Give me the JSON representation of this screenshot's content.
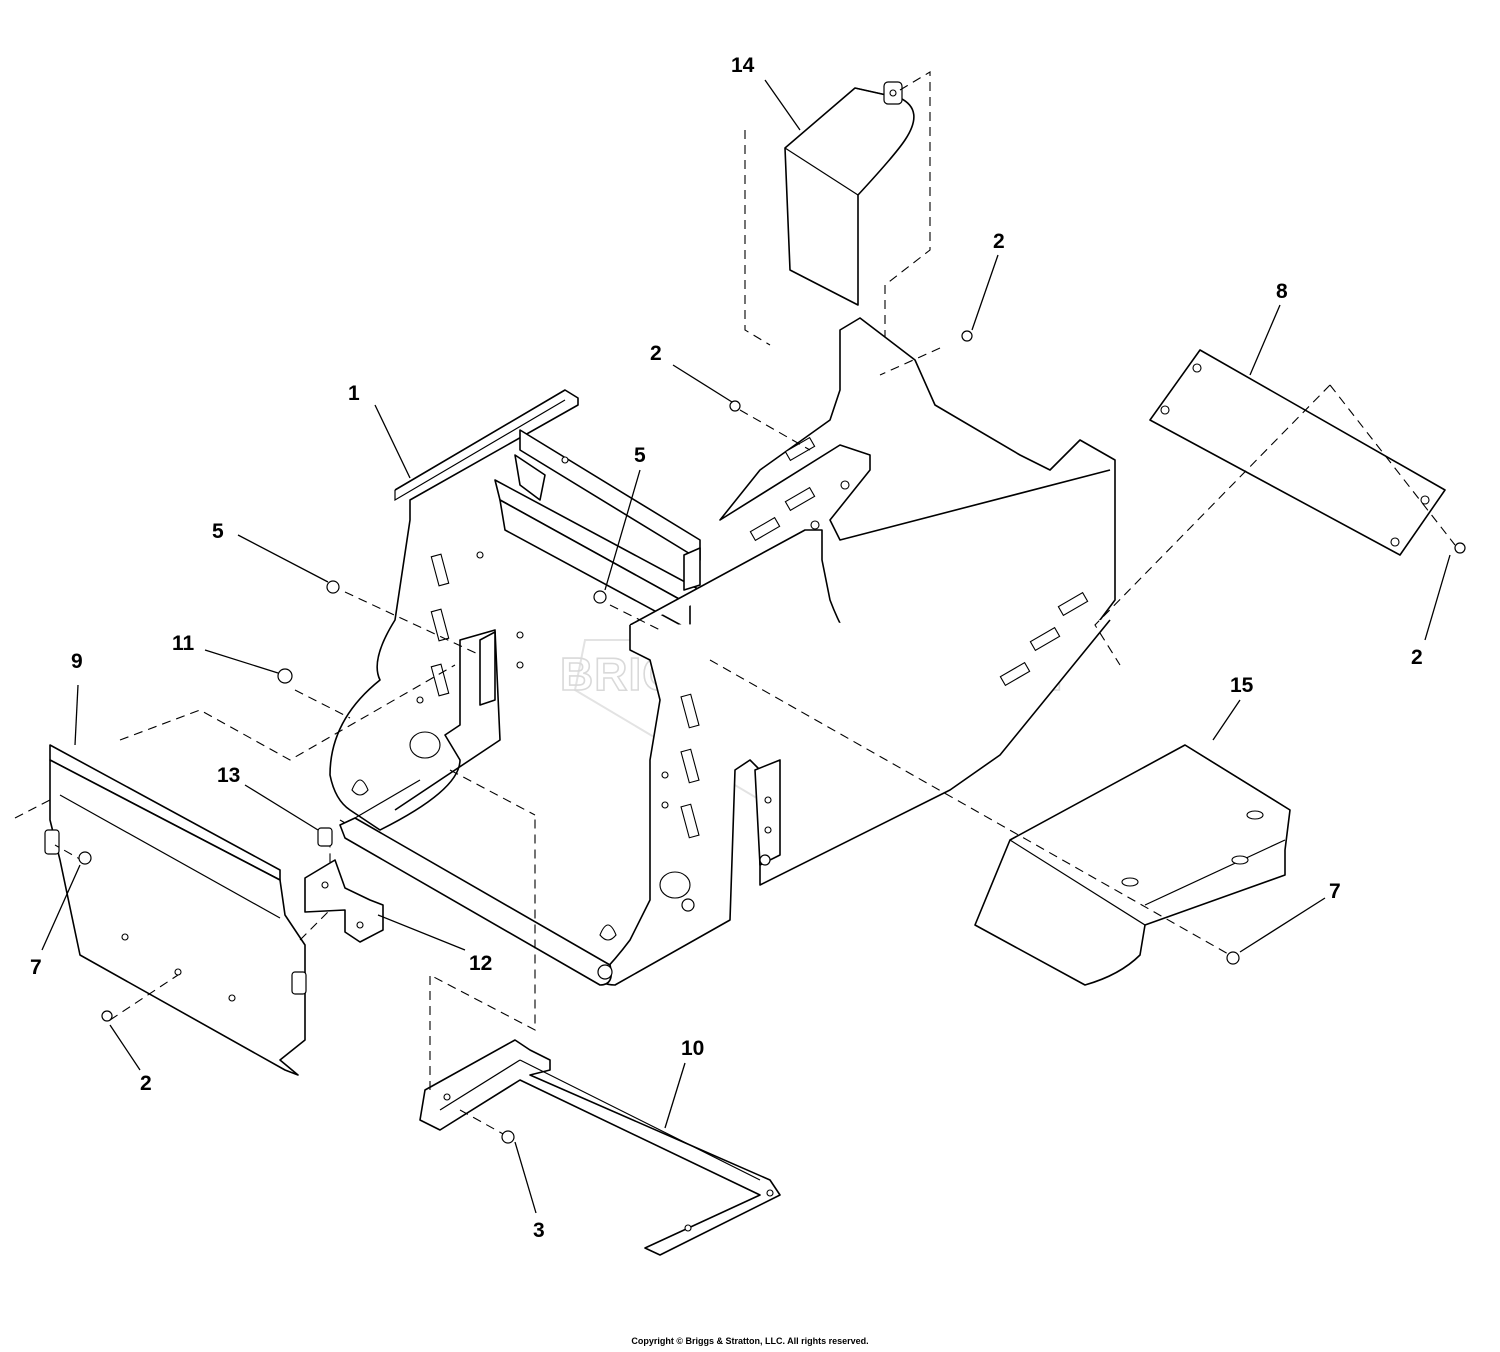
{
  "callouts": [
    {
      "id": "c1",
      "label": "1"
    },
    {
      "id": "c2a",
      "label": "2"
    },
    {
      "id": "c2b",
      "label": "2"
    },
    {
      "id": "c2c",
      "label": "2"
    },
    {
      "id": "c2d",
      "label": "2"
    },
    {
      "id": "c3",
      "label": "3"
    },
    {
      "id": "c5a",
      "label": "5"
    },
    {
      "id": "c5b",
      "label": "5"
    },
    {
      "id": "c7a",
      "label": "7"
    },
    {
      "id": "c7b",
      "label": "7"
    },
    {
      "id": "c8",
      "label": "8"
    },
    {
      "id": "c9",
      "label": "9"
    },
    {
      "id": "c10",
      "label": "10"
    },
    {
      "id": "c11",
      "label": "11"
    },
    {
      "id": "c12",
      "label": "12"
    },
    {
      "id": "c13",
      "label": "13"
    },
    {
      "id": "c14",
      "label": "14"
    },
    {
      "id": "c15",
      "label": "15"
    }
  ],
  "watermark": {
    "text": "BRIGGS & STRATTON",
    "mark": "®"
  },
  "footer": {
    "copyright": "Copyright © Briggs & Stratton, LLC. All rights reserved."
  }
}
